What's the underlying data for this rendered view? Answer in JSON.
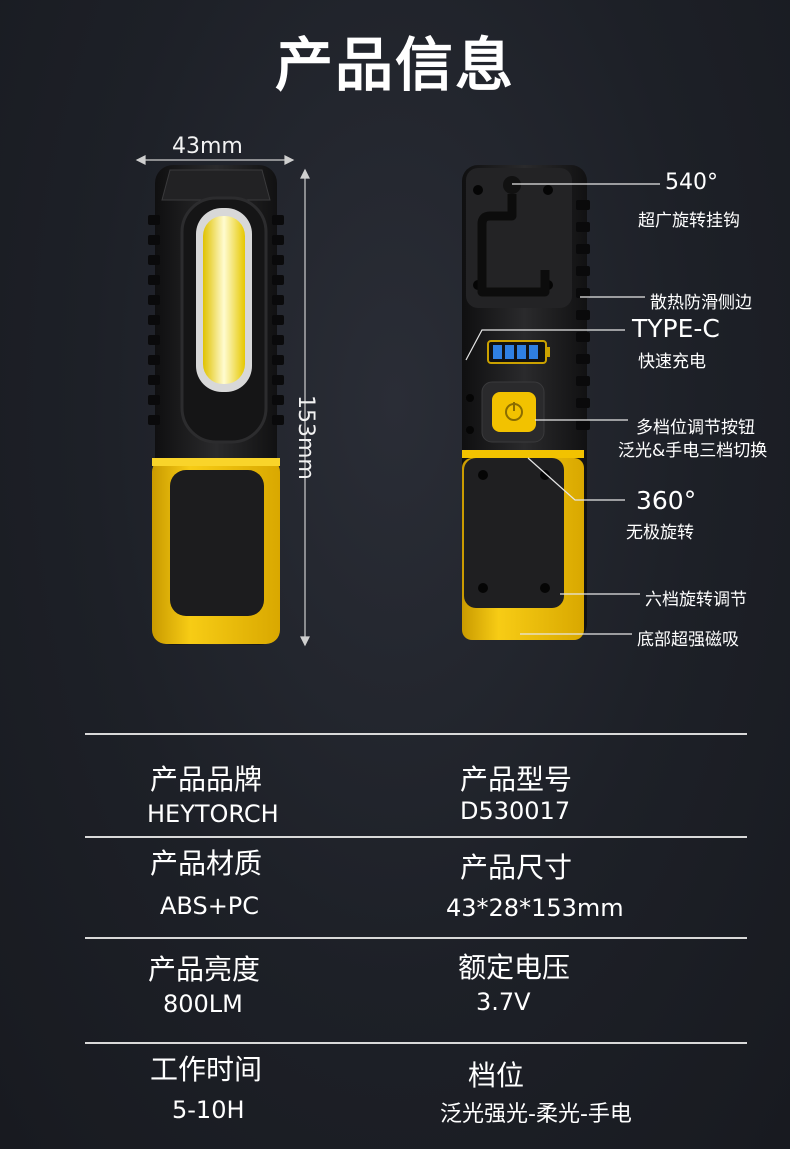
{
  "title": "产品信息",
  "dimensions": {
    "width_label": "43mm",
    "height_label": "153mm"
  },
  "callouts": {
    "hook_angle": "540°",
    "hook_desc": "超广旋转挂钩",
    "side_desc": "散热防滑侧边",
    "port_name": "TYPE-C",
    "port_desc": "快速充电",
    "button_desc1": "多档位调节按钮",
    "button_desc2": "泛光&手电三档切换",
    "rotate_angle": "360°",
    "rotate_desc": "无极旋转",
    "gear_desc": "六档旋转调节",
    "magnet_desc": "底部超强磁吸"
  },
  "specs": [
    {
      "label": "产品品牌",
      "value": "HEYTORCH"
    },
    {
      "label": "产品型号",
      "value": "D530017"
    },
    {
      "label": "产品材质",
      "value": "ABS+PC"
    },
    {
      "label": "产品尺寸",
      "value": "43*28*153mm"
    },
    {
      "label": "产品亮度",
      "value": "800LM"
    },
    {
      "label": "额定电压",
      "value": "3.7V"
    },
    {
      "label": "工作时间",
      "value": "5-10H"
    },
    {
      "label": "档位",
      "value": "泛光强光-柔光-手电"
    }
  ],
  "colors": {
    "accent_yellow": "#f2c200",
    "battery_blue": "#2f7fe0",
    "body_black": "#1b1b1d"
  }
}
